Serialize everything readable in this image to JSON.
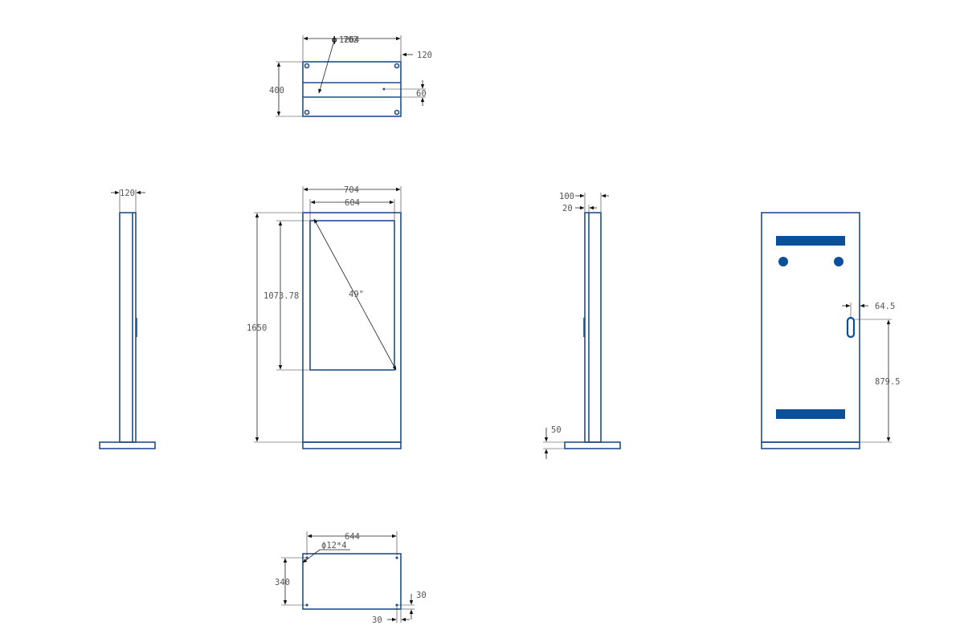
{
  "drawing": {
    "top_view": {
      "width_label_overlap_a": "1264",
      "width_label_overlap_b": "702",
      "hole_diameter_symbol": "ϕ",
      "right_offset": "120",
      "depth": "400",
      "hole_offset": "60"
    },
    "side_view_left": {
      "depth": "120"
    },
    "front_view": {
      "overall_width": "704",
      "screen_width": "604",
      "screen_height": "1073.78",
      "overall_height": "1650",
      "diagonal": "49\""
    },
    "side_view_right": {
      "depth": "100",
      "panel_offset": "20",
      "base_height": "50"
    },
    "rear_view": {
      "handle_offset": "64.5",
      "handle_height": "879.5"
    },
    "base_view": {
      "hole_spacing_x": "644",
      "hole_spec": "ϕ12*4",
      "hole_spacing_y": "340",
      "edge_offset_right": "30",
      "edge_offset_bottom": "30"
    },
    "colors": {
      "outline": "#1f4e8c",
      "fill_panels": "#0a4f99",
      "dimension_text": "#555555"
    }
  }
}
